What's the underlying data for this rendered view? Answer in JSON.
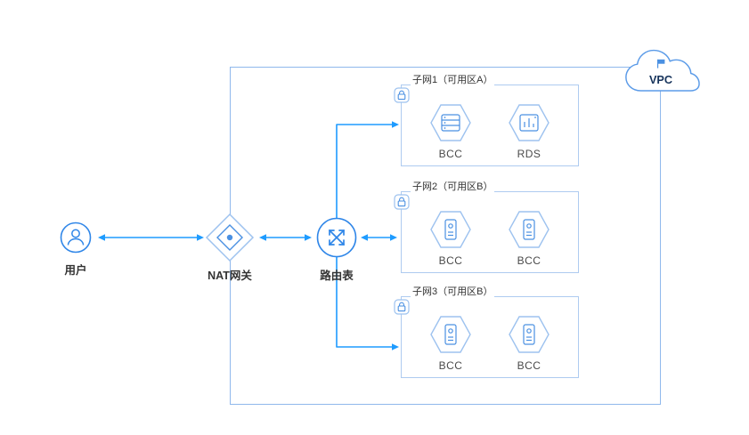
{
  "diagram": {
    "vpc": {
      "label": "VPC"
    },
    "user": {
      "label": "用户"
    },
    "nat": {
      "label": "NAT网关"
    },
    "route": {
      "label": "路由表"
    },
    "subnets": [
      {
        "title": "子网1（可用区A）",
        "nodes": [
          {
            "label": "BCC"
          },
          {
            "label": "RDS"
          }
        ]
      },
      {
        "title": "子网2（可用区B）",
        "nodes": [
          {
            "label": "BCC"
          },
          {
            "label": "BCC"
          }
        ]
      },
      {
        "title": "子网3（可用区B）",
        "nodes": [
          {
            "label": "BCC"
          },
          {
            "label": "BCC"
          }
        ]
      }
    ],
    "colors": {
      "accent": "#1E9BFF",
      "node_outline": "#9DC2EF",
      "glyph": "#4A90E2",
      "box_border": "#AECBF0",
      "vpc_text": "#16335B",
      "text": "#333333"
    }
  }
}
